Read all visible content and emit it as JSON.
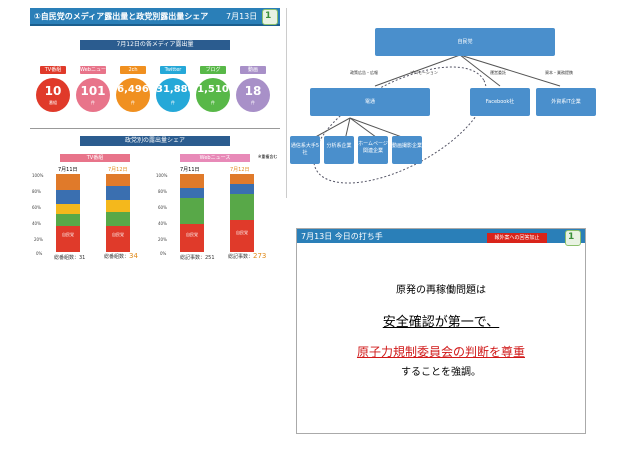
{
  "slide1": {
    "title": "①自民党のメディア露出量と政党別露出量シェア",
    "date": "7月13日",
    "section1": "7月12日の各メディア露出量",
    "media": [
      {
        "tag": "TV番組",
        "value": "10",
        "unit": "番組",
        "color": "#e03a2a"
      },
      {
        "tag": "Webニュース",
        "value": "101",
        "unit": "件",
        "color": "#e8748a"
      },
      {
        "tag": "2ch",
        "value": "6,496",
        "unit": "件",
        "color": "#f09020"
      },
      {
        "tag": "Twitter",
        "value": "31,880",
        "unit": "件",
        "color": "#25a8d8"
      },
      {
        "tag": "ブログ",
        "value": "1,510",
        "unit": "件",
        "color": "#58b848"
      },
      {
        "tag": "動画",
        "value": "18",
        "unit": "件",
        "color": "#a890c8"
      }
    ],
    "section2": "政党別の露出量シェア",
    "chart_left": {
      "label": "TV番組",
      "d1": "7月11日",
      "d2": "7月12日",
      "cap1": "総番組数：31",
      "cap2": "総番組数：",
      "cap2_num": "34"
    },
    "chart_right": {
      "label": "Webニュース",
      "d1": "7月11日",
      "d2": "7月12日",
      "cap1": "総記事数：251",
      "cap2": "総記事数：",
      "cap2_num": "273",
      "note": "※重複含む"
    },
    "ticks": [
      "100%",
      "80%",
      "60%",
      "40%",
      "20%",
      "0%"
    ],
    "segment_label": "自民党"
  },
  "diagram": {
    "top": "自民党",
    "mid": "電通",
    "right1": "Facebook社",
    "right2": "外資系IT企業",
    "bottom": [
      "通信系大手5社",
      "分析系企業",
      "ホームページ関連企業",
      "動画撮影企業"
    ],
    "labels": [
      "政策広告・広報",
      "プロモーション",
      "運営委託",
      "資本・業務提携"
    ]
  },
  "slide2": {
    "title": "7月13日 今日の打ち手",
    "badge": "報外案への回答加止",
    "line1": "原発の再稼働問題は",
    "line2": "安全確認が第一で、",
    "line3": "原子力規制委員会の判断を尊重",
    "line4": "することを強調。"
  }
}
